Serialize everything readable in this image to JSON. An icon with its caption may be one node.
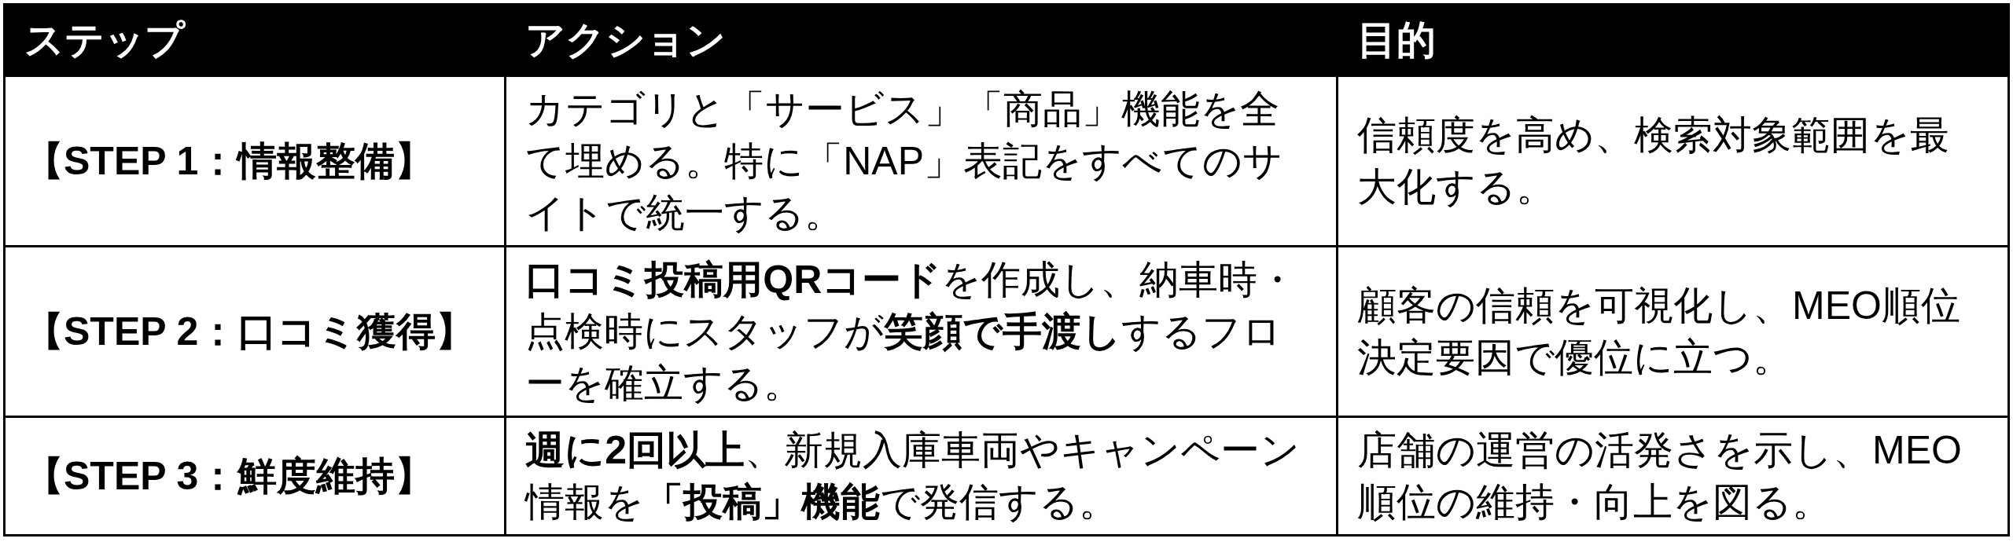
{
  "diagram": {
    "labels": [
      "ステップ",
      "アクション",
      "目的",
      "【STEP 1：情報整備】",
      "カテゴリと「サービス」「商品」機能を全て埋める。特に「NAP」表記をすべてのサイトで統一する。",
      "信頼度を高め、検索対象範囲を最大化する。",
      "【STEP 2：口コミ獲得】",
      "**口コミ投稿用QRコード**を作成し、納車時・点検時にスタッフが**笑顔で手渡し**するフローを確立する。",
      "顧客の信頼を可視化し、MEO順位決定要因で優位に立つ。",
      "【STEP 3：鮮度維持】",
      "**週に2回以上**、新規入庫車両やキャンペーン情報を**「投稿」機能**で発信する。",
      "店舗の運営の活発さを示し、MEO順位の維持・向上を図る。"
    ]
  }
}
